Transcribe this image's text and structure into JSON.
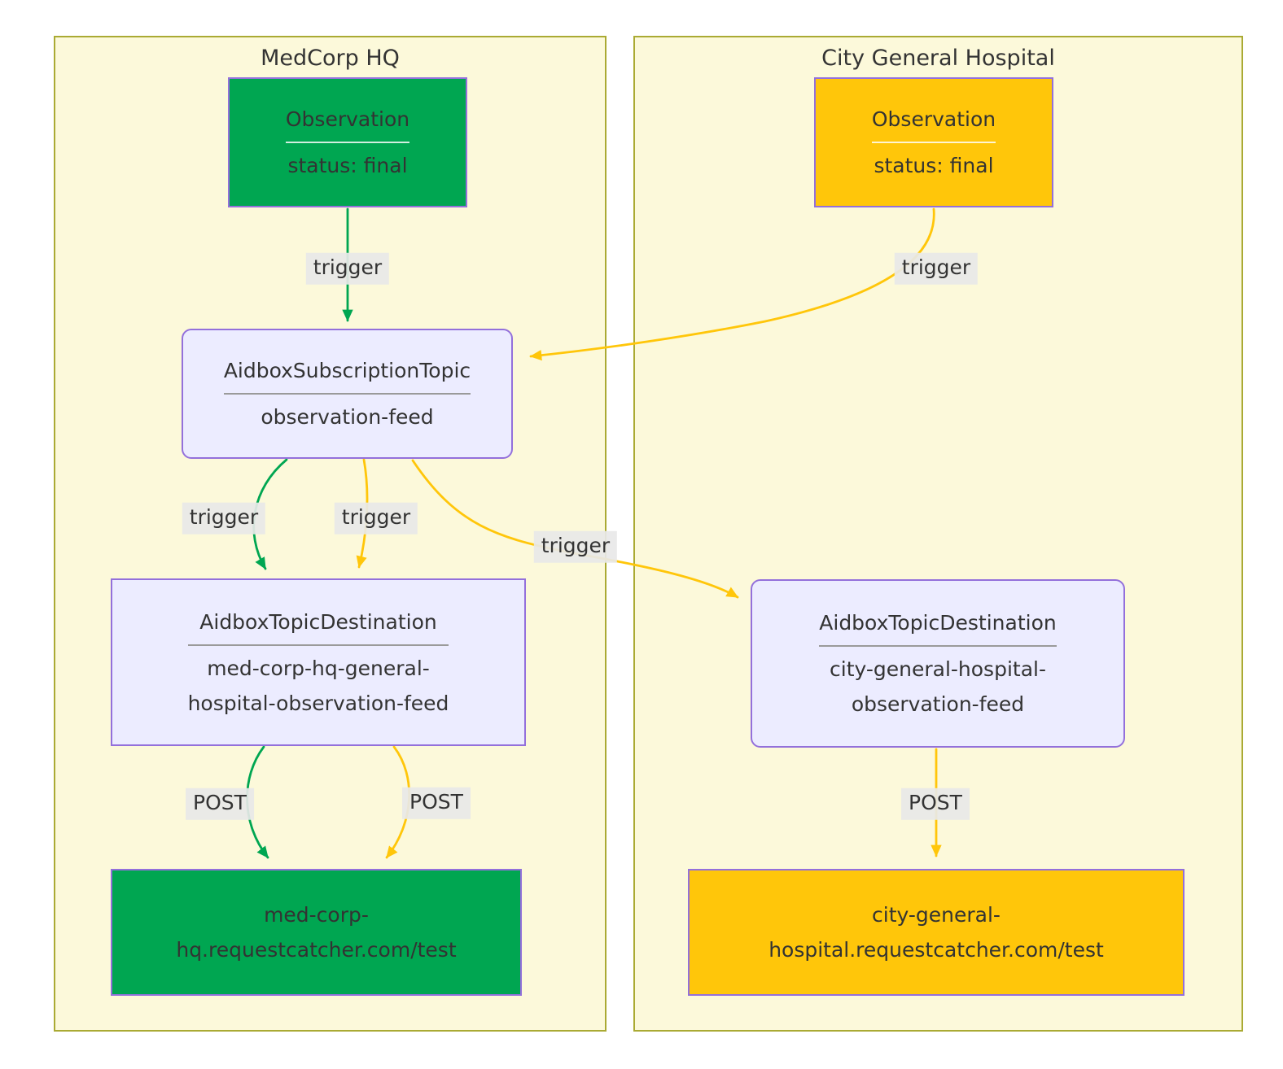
{
  "diagram": {
    "clusters": [
      {
        "title": "MedCorp HQ"
      },
      {
        "title": "City General Hospital"
      }
    ],
    "nodes": {
      "medcorp_observation": {
        "resource": "Observation",
        "attribute": "status: final"
      },
      "city_observation": {
        "resource": "Observation",
        "attribute": "status: final"
      },
      "subscription_topic": {
        "resource": "AidboxSubscriptionTopic",
        "name": "observation-feed"
      },
      "medcorp_destination": {
        "resource": "AidboxTopicDestination",
        "name_lines": [
          "med-corp-hq-general-",
          "hospital-observation-feed"
        ]
      },
      "city_destination": {
        "resource": "AidboxTopicDestination",
        "name_lines": [
          "city-general-hospital-",
          "observation-feed"
        ]
      },
      "medcorp_endpoint": {
        "url_lines": [
          "med-corp-",
          "hq.requestcatcher.com/test"
        ]
      },
      "city_endpoint": {
        "url_lines": [
          "city-general-",
          "hospital.requestcatcher.com/test"
        ]
      }
    },
    "edges": [
      {
        "from": "medcorp_observation",
        "to": "subscription_topic",
        "label": "trigger",
        "color": "green"
      },
      {
        "from": "city_observation",
        "to": "subscription_topic",
        "label": "trigger",
        "color": "gold"
      },
      {
        "from": "subscription_topic",
        "to": "medcorp_destination",
        "label": "trigger",
        "color": "green"
      },
      {
        "from": "subscription_topic",
        "to": "medcorp_destination",
        "label": "trigger",
        "color": "gold"
      },
      {
        "from": "subscription_topic",
        "to": "city_destination",
        "label": "trigger",
        "color": "gold"
      },
      {
        "from": "medcorp_destination",
        "to": "medcorp_endpoint",
        "label": "POST",
        "color": "green"
      },
      {
        "from": "medcorp_destination",
        "to": "medcorp_endpoint",
        "label": "POST",
        "color": "gold"
      },
      {
        "from": "city_destination",
        "to": "city_endpoint",
        "label": "POST",
        "color": "gold"
      }
    ],
    "colors": {
      "green": "#00a651",
      "gold": "#ffc60a",
      "node_fill": "#ececff",
      "node_border": "#9370db",
      "cluster_fill": "#fcf9da",
      "cluster_border": "#aaaa33",
      "edge_label_bg": "#e8e8e8",
      "text": "#333333"
    }
  }
}
